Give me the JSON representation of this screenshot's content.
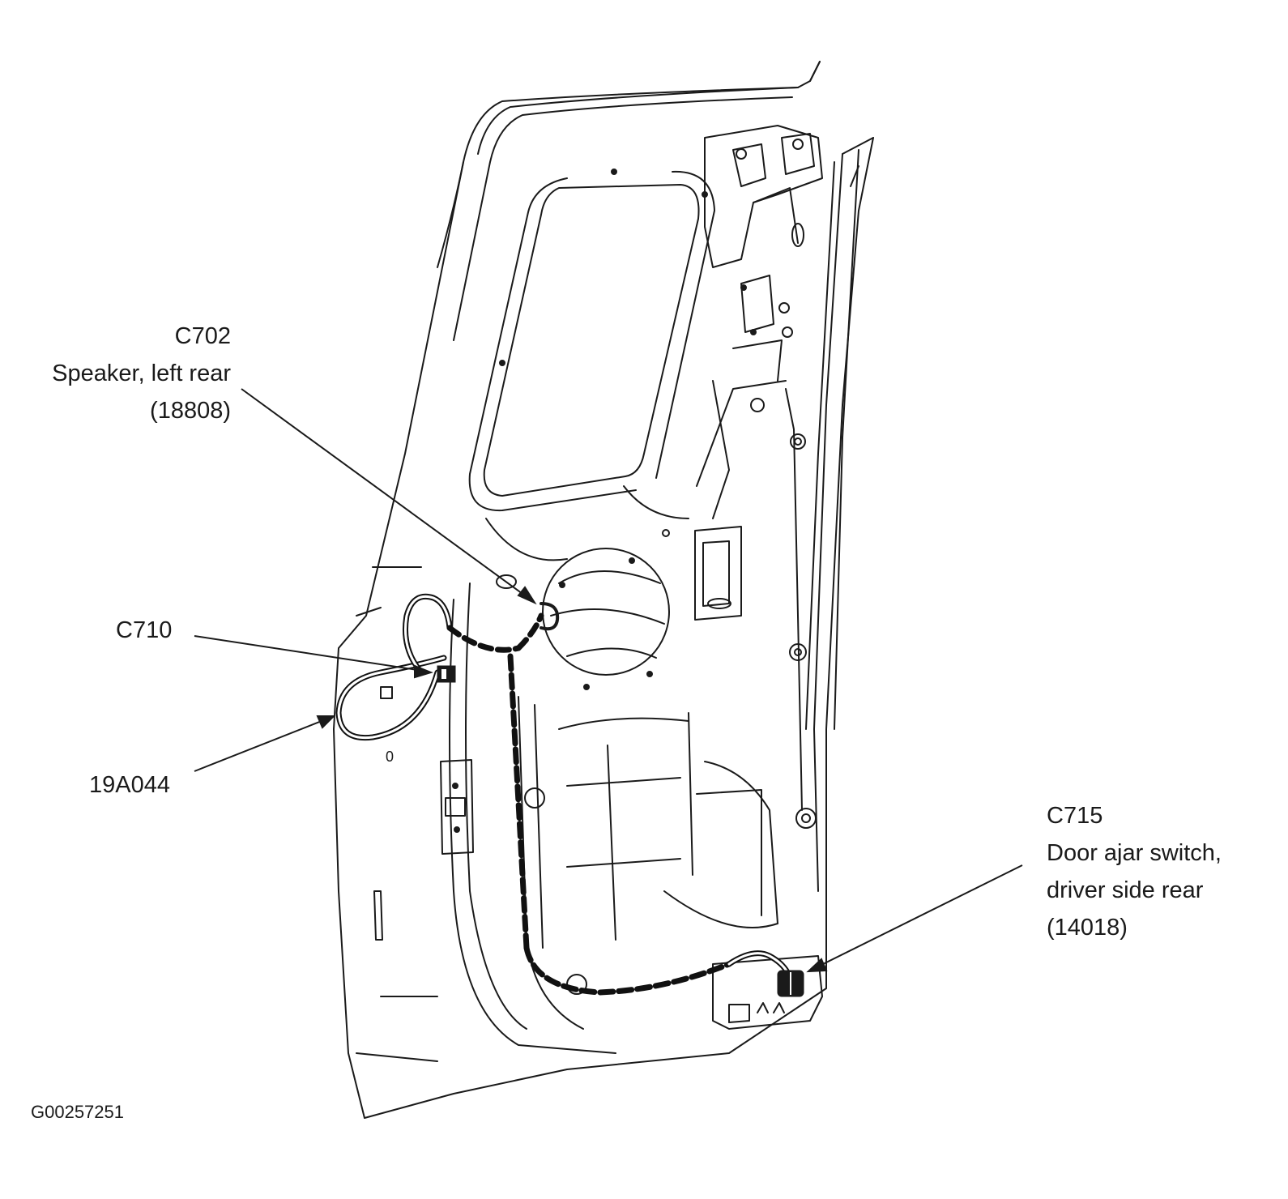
{
  "callouts": {
    "c702": {
      "code": "C702",
      "description": "Speaker, left rear",
      "part": "(18808)"
    },
    "c710": {
      "code": "C710"
    },
    "harness": {
      "code": "19A044"
    },
    "c715": {
      "code": "C715",
      "description_line1": "Door ajar switch,",
      "description_line2": "driver side rear",
      "part": "(14018)"
    }
  },
  "figure_id": "G00257251",
  "colors": {
    "line": "#1a1a1a",
    "background": "#ffffff"
  }
}
